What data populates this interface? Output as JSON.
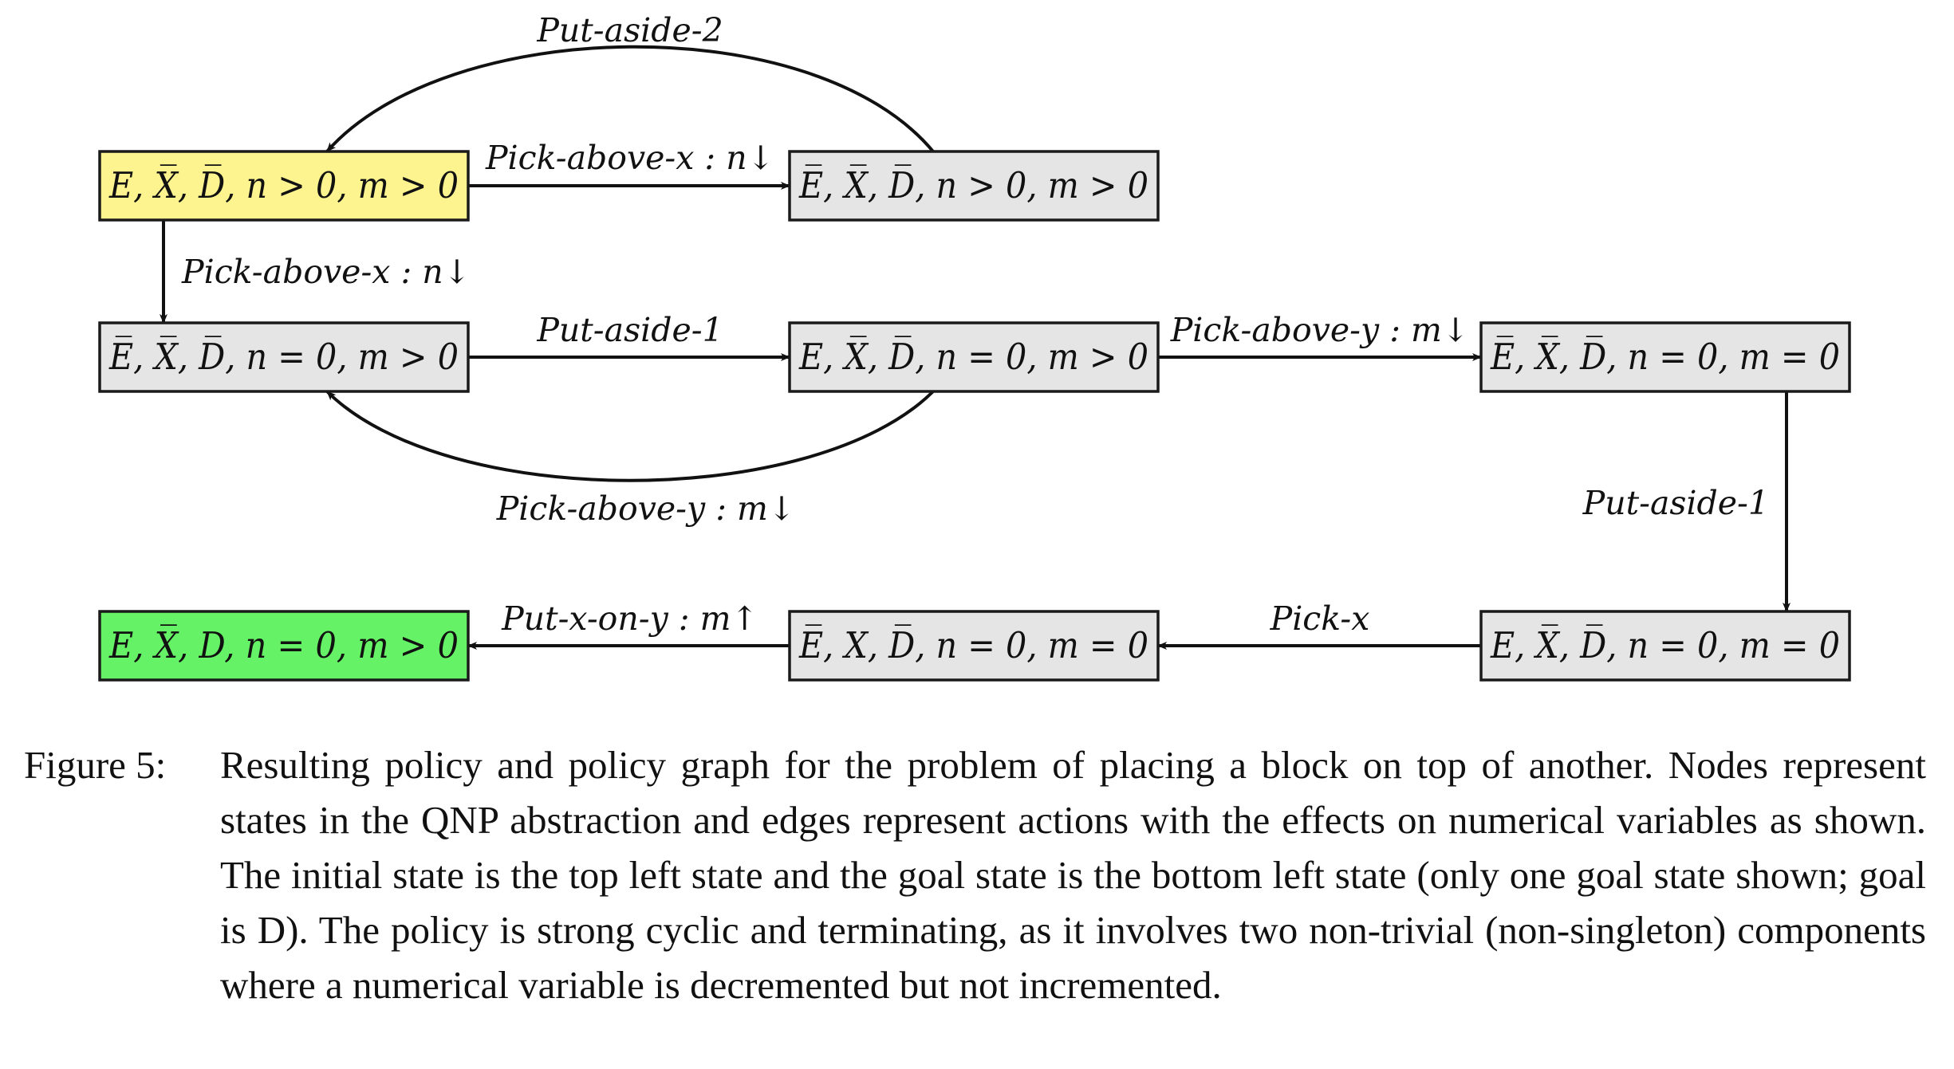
{
  "colors": {
    "initial_node_fill": "#fdf38f",
    "goal_node_fill": "#66f266",
    "default_node_fill": "#e5e5e5",
    "stroke": "#1a1a1a"
  },
  "nodes": [
    {
      "id": "s1",
      "label": "E, X̅, D̅, n > 0, m > 0",
      "role": "initial"
    },
    {
      "id": "s2",
      "label": "E̅, X̅, D̅, n > 0, m > 0",
      "role": "default"
    },
    {
      "id": "s3",
      "label": "E̅, X̅, D̅, n = 0, m > 0",
      "role": "default"
    },
    {
      "id": "s4",
      "label": "E, X̅, D̅, n = 0, m > 0",
      "role": "default"
    },
    {
      "id": "s5",
      "label": "E̅, X̅, D̅, n = 0, m = 0",
      "role": "default"
    },
    {
      "id": "s6",
      "label": "E, X̅, D, n = 0, m > 0",
      "role": "goal"
    },
    {
      "id": "s7",
      "label": "E̅, X, D̅, n = 0, m = 0",
      "role": "default"
    },
    {
      "id": "s8",
      "label": "E, X̅, D̅, n = 0, m = 0",
      "role": "default"
    }
  ],
  "edges": [
    {
      "id": "e1",
      "from": "s2",
      "to": "s1",
      "label": "Put-aside-2"
    },
    {
      "id": "e2",
      "from": "s1",
      "to": "s2",
      "label": "Pick-above-x : n↓"
    },
    {
      "id": "e3",
      "from": "s1",
      "to": "s3",
      "label": "Pick-above-x : n↓"
    },
    {
      "id": "e4",
      "from": "s3",
      "to": "s4",
      "label": "Put-aside-1"
    },
    {
      "id": "e5",
      "from": "s4",
      "to": "s5",
      "label": "Pick-above-y : m↓"
    },
    {
      "id": "e6",
      "from": "s4",
      "to": "s3",
      "label": "Pick-above-y : m↓"
    },
    {
      "id": "e7",
      "from": "s5",
      "to": "s8",
      "label": "Put-aside-1"
    },
    {
      "id": "e8",
      "from": "s8",
      "to": "s7",
      "label": "Pick-x"
    },
    {
      "id": "e9",
      "from": "s7",
      "to": "s6",
      "label": "Put-x-on-y : m↑"
    }
  ],
  "caption": {
    "label": "Figure 5:",
    "text": "Resulting policy and policy graph for the problem of placing a block on top of another. Nodes represent states in the QNP abstraction and edges represent actions with the effects on numerical variables as shown. The initial state is the top left state and the goal state is the bottom left state (only one goal state shown; goal is D). The policy is strong cyclic and terminating, as it involves two non-trivial (non-singleton) components where a numerical variable is decremented but not incremented."
  }
}
